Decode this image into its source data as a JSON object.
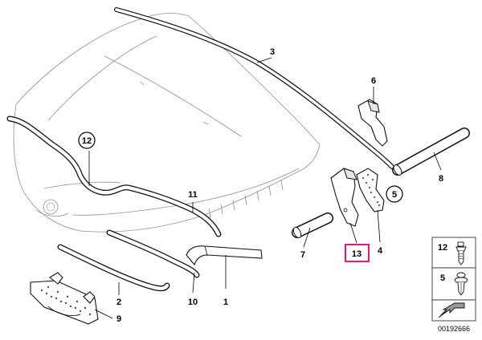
{
  "diagram": {
    "part_labels": {
      "p1": "1",
      "p2": "2",
      "p3": "3",
      "p4": "4",
      "p5": "5",
      "p6": "6",
      "p7": "7",
      "p8": "8",
      "p9": "9",
      "p10": "10",
      "p11": "11",
      "p12": "12",
      "p13": "13"
    },
    "highlighted_part": "13",
    "legend": {
      "item_a": "12",
      "item_b": "5"
    },
    "diagram_code": "00192666"
  }
}
